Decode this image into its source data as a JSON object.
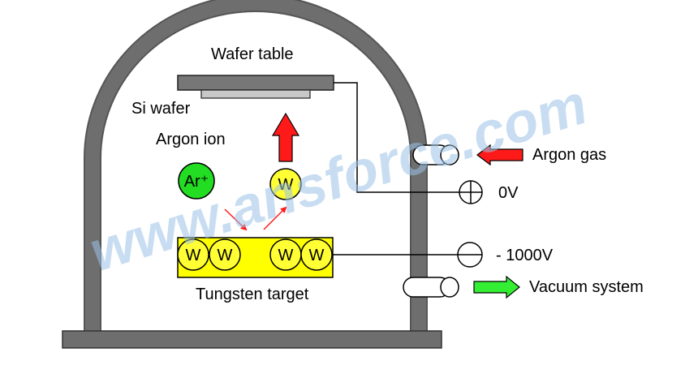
{
  "labels": {
    "wafer_table": "Wafer table",
    "si_wafer": "Si wafer",
    "argon_ion": "Argon ion",
    "argon_gas": "Argon gas",
    "zero_v": "0V",
    "minus_1000v": "- 1000V",
    "vacuum_system": "Vacuum system",
    "tungsten_target": "Tungsten target"
  },
  "particles": {
    "ion_symbol": "Ar⁺",
    "atom_symbol": "W"
  },
  "watermark": "www.ansforce.com",
  "colors": {
    "chamber": "#6e6e6e",
    "target": "#ffff00",
    "ion": "#22dd22",
    "atom": "#ffff33",
    "red_arrow": "#ff1a1a",
    "green_arrow": "#33ee33",
    "watermark": "#9cc3e6"
  }
}
